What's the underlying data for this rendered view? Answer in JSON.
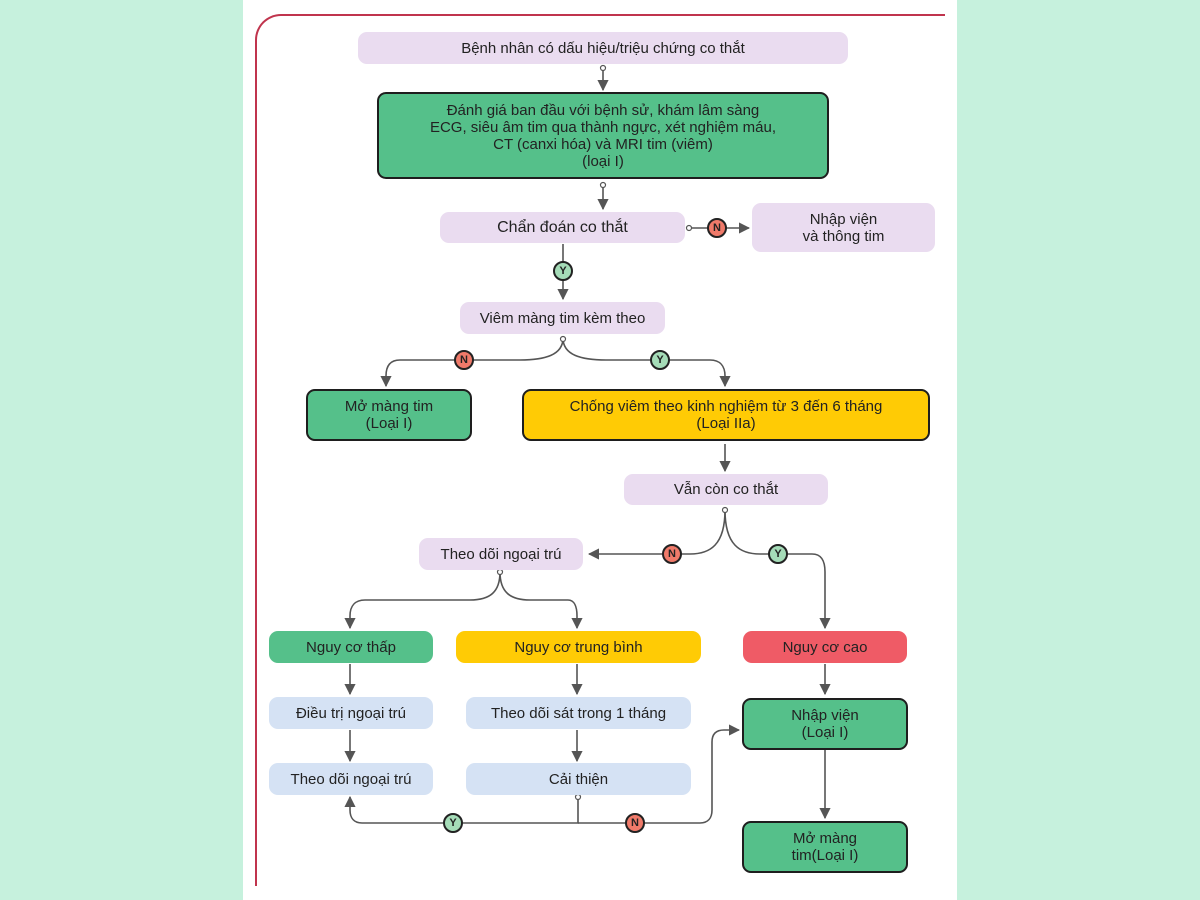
{
  "nodes": {
    "symptoms": "Bệnh nhân có dấu hiệu/triệu chứng co thắt",
    "initial_eval": "Đánh giá ban đầu với bệnh sử, khám lâm sàng\nECG, siêu âm tim qua thành ngực, xét nghiệm máu,\nCT (canxi hóa) và MRI tim (viêm)\n(loại I)",
    "diagnosis": "Chẩn đoán co thắt",
    "admit_cath": "Nhập viện\nvà thông tim",
    "pericarditis": "Viêm màng tim kèm theo",
    "pericardiectomy_1": "Mở màng tim\n(Loại I)",
    "anti_inflammatory": "Chống viêm theo kinh nghiệm từ 3 đến 6 tháng\n(Loại IIa)",
    "persistent": "Vẫn còn co thắt",
    "outpatient_followup": "Theo dõi ngoại trú",
    "low_risk": "Nguy cơ thấp",
    "mid_risk": "Nguy cơ trung bình",
    "high_risk": "Nguy cơ cao",
    "outpatient_treatment": "Điều trị ngoại trú",
    "close_followup": "Theo dõi sát trong 1 tháng",
    "admit": "Nhập viện\n(Loại I)",
    "outpatient_followup_2": "Theo dõi ngoại trú",
    "improved": "Cải thiện",
    "pericardiectomy_2": "Mở màng\ntim(Loại I)"
  },
  "badges": {
    "yes": "Y",
    "no": "N"
  },
  "colors": {
    "frame": "#c0344d",
    "lilac": "#eadcf0",
    "green": "#55c08a",
    "yellow": "#ffcb05",
    "red": "#ef5b66",
    "light_blue": "#d5e2f4",
    "page_background": "#c6f1dd"
  }
}
